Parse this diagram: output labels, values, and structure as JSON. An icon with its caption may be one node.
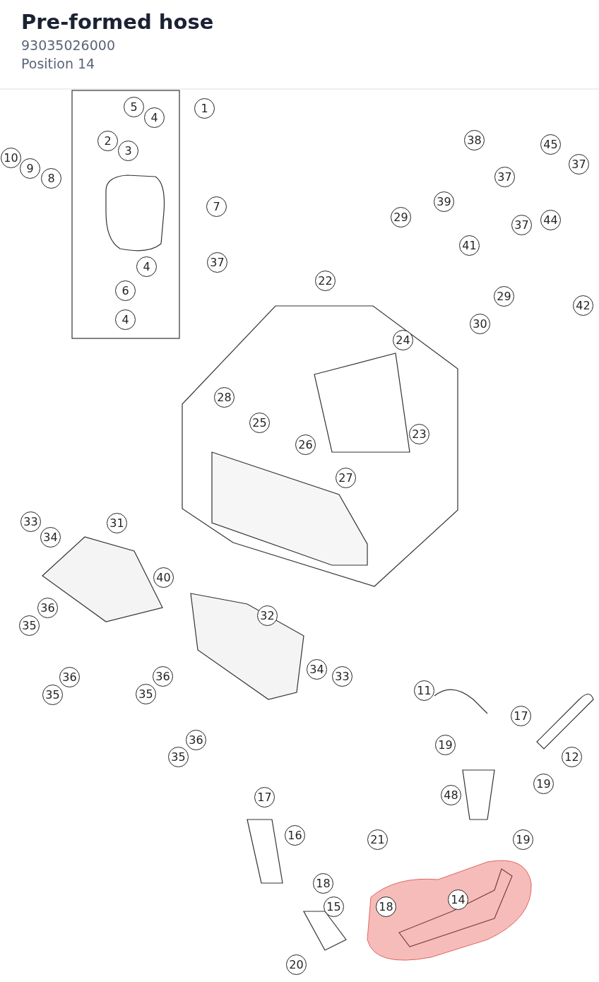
{
  "diagram": {
    "title": "Pre-formed hose",
    "labels": [
      "93035026000",
      "Position 14",
      "5",
      "1",
      "4",
      "38",
      "2",
      "45",
      "3",
      "10",
      "37",
      "9",
      "37",
      "8",
      "39",
      "7",
      "29",
      "44",
      "37",
      "41",
      "37",
      "4",
      "22",
      "6",
      "29",
      "42",
      "4",
      "30",
      "24",
      "28",
      "25",
      "23",
      "26",
      "27",
      "33",
      "31",
      "34",
      "40",
      "36",
      "32",
      "35",
      "34",
      "36",
      "33",
      "36",
      "11",
      "35",
      "35",
      "17",
      "36",
      "19",
      "35",
      "12",
      "19",
      "48",
      "17",
      "16",
      "21",
      "19",
      "18",
      "14",
      "15",
      "18",
      "20"
    ]
  }
}
